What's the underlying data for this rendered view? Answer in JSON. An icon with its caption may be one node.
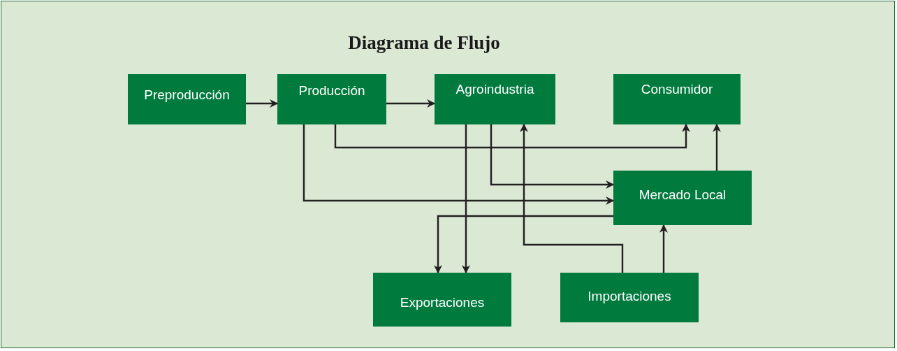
{
  "diagram": {
    "title": "Diagrama de Flujo",
    "nodes": [
      {
        "text": [
          "Preproducción"
        ]
      },
      {
        "text": [
          "Producción"
        ]
      },
      {
        "text": [
          "Agroindustria"
        ]
      },
      {
        "text": [
          "Consumidor"
        ]
      },
      {
        "text": [
          "Mercado Local"
        ]
      },
      {
        "text": [
          "Exportaciones"
        ]
      },
      {
        "text": [
          "Importaciones"
        ]
      }
    ],
    "edges": [
      {
        "from": 0,
        "to": 1,
        "arrow": "to"
      },
      {
        "from": 1,
        "to": 2,
        "arrow": "to"
      },
      {
        "from": 1,
        "to": 3,
        "arrow": "to"
      },
      {
        "from": 1,
        "to": 4,
        "arrow": "to"
      },
      {
        "from": 2,
        "to": 4,
        "arrow": "to"
      },
      {
        "from": 2,
        "to": 5,
        "arrow": "to"
      },
      {
        "from": 4,
        "to": 5,
        "arrow": "to"
      },
      {
        "from": 6,
        "to": 2,
        "arrow": "to"
      },
      {
        "from": 4,
        "to": 3,
        "arrow": "to"
      },
      {
        "from": 6,
        "to": 4,
        "arrow": "to"
      }
    ]
  }
}
